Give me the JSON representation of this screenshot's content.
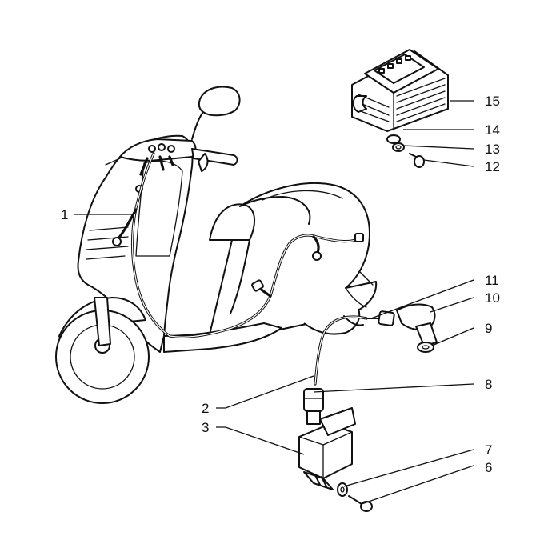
{
  "callouts": [
    {
      "id": "1",
      "text": "1"
    },
    {
      "id": "2",
      "text": "2"
    },
    {
      "id": "3",
      "text": "3"
    },
    {
      "id": "6",
      "text": "6"
    },
    {
      "id": "7",
      "text": "7"
    },
    {
      "id": "8",
      "text": "8"
    },
    {
      "id": "9",
      "text": "9"
    },
    {
      "id": "10",
      "text": "10"
    },
    {
      "id": "11",
      "text": "11"
    },
    {
      "id": "12",
      "text": "12"
    },
    {
      "id": "13",
      "text": "13"
    },
    {
      "id": "14",
      "text": "14"
    },
    {
      "id": "15",
      "text": "15"
    }
  ]
}
